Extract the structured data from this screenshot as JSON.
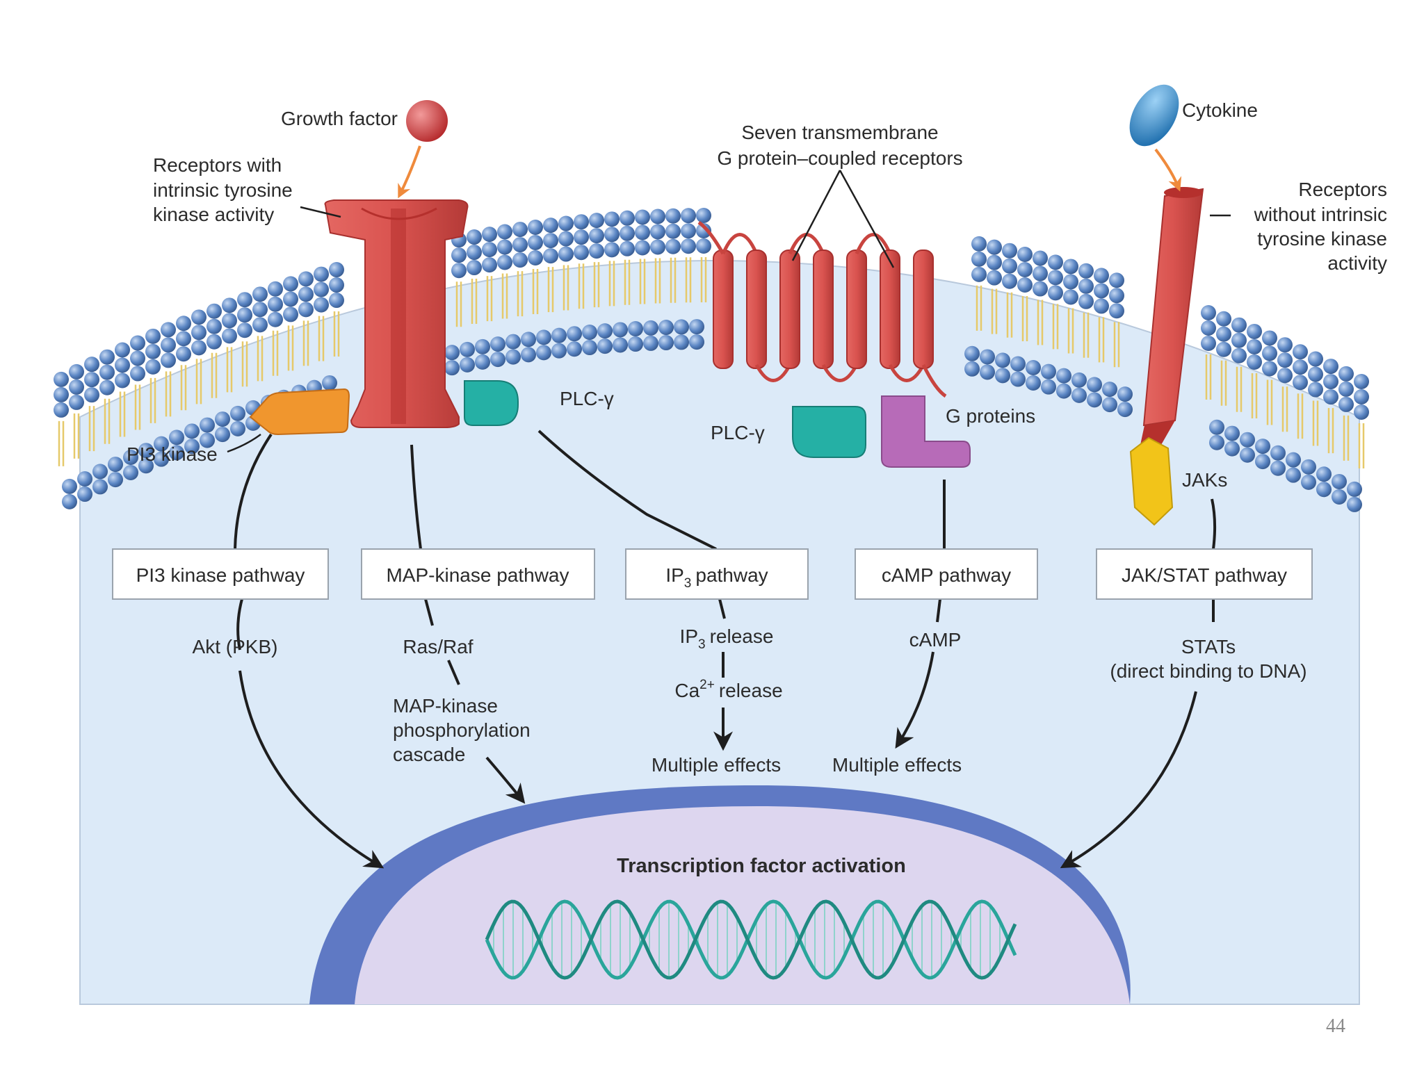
{
  "labels": {
    "growth_factor": "Growth factor",
    "receptors_intrinsic": [
      "Receptors with",
      "intrinsic tyrosine",
      "kinase activity"
    ],
    "seven_tm": [
      "Seven transmembrane",
      "G protein–coupled receptors"
    ],
    "cytokine": "Cytokine",
    "receptors_without": [
      "Receptors",
      "without intrinsic",
      "tyrosine kinase",
      "activity"
    ],
    "plc_gamma_1": "PLC-γ",
    "plc_gamma_2": "PLC-γ",
    "g_proteins": "G proteins",
    "pi3_kinase": "PI3 kinase",
    "jaks": "JAKs"
  },
  "pathways": {
    "pi3": "PI3 kinase pathway",
    "map": "MAP-kinase pathway",
    "ip3": "pathway",
    "camp": "cAMP pathway",
    "jakstat": "JAK/STAT pathway"
  },
  "downstream": {
    "akt": "Akt (PKB)",
    "ras_raf": "Ras/Raf",
    "map_cascade": [
      "MAP-kinase",
      "phosphorylation",
      "cascade"
    ],
    "ip3_release": "release",
    "ca_release": "release",
    "multiple_effects_1": "Multiple effects",
    "camp": "cAMP",
    "multiple_effects_2": "Multiple effects",
    "stats": [
      "STATs",
      "(direct binding to DNA)"
    ]
  },
  "nucleus": {
    "label": "Transcription factor activation"
  },
  "slide_number": "44",
  "colors": {
    "cytoplasm": "#dceaf8",
    "membrane_head": "#5b86c4",
    "receptor": "#d9534f",
    "pi3": "#f0962e",
    "plc": "#25b0a5",
    "gprotein": "#b76bb8",
    "jak": "#f2c419",
    "cytokine": "#2d84c8",
    "growth_factor": "#c9393b",
    "nucleus": "#ddd6ef",
    "nucleus_rim": "#5f79c4",
    "dna": "#2aa59b"
  }
}
